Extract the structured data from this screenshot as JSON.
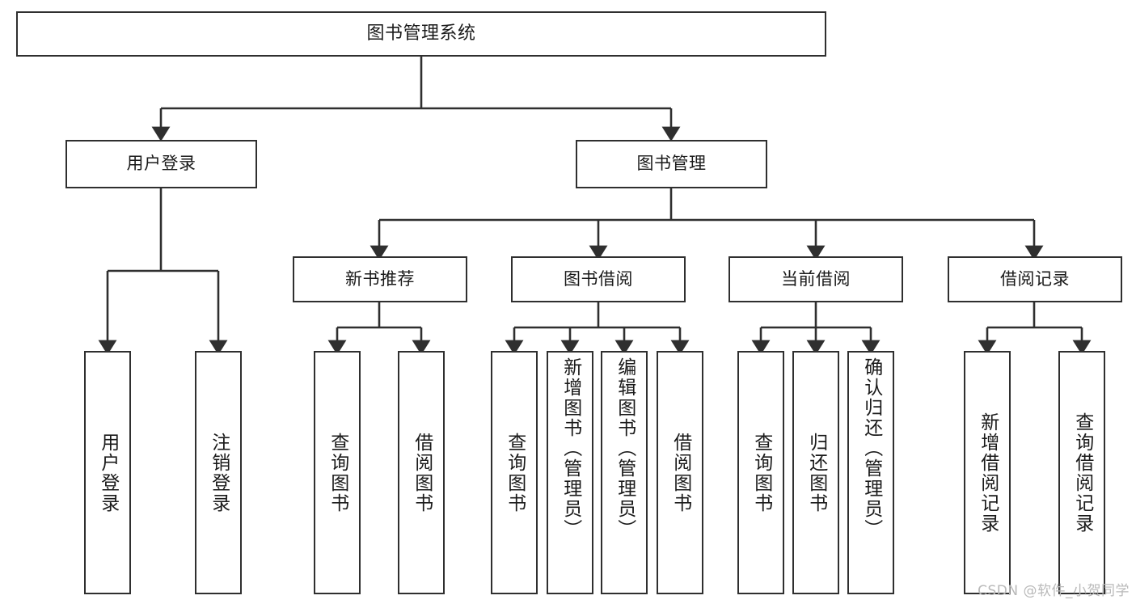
{
  "diagram": {
    "type": "tree-hierarchy",
    "title": "图书管理系统",
    "watermark": "CSDN @软件_小贺同学",
    "colors": {
      "stroke": "#2f2f2f",
      "fill": "#ffffff",
      "text": "#1a1a1a",
      "watermark": "#b9b9b9"
    },
    "levels": {
      "root": "图书管理系统",
      "level1": [
        "用户登录",
        "图书管理"
      ],
      "level2": [
        "新书推荐",
        "图书借阅",
        "当前借阅",
        "借阅记录"
      ]
    },
    "nodes": {
      "root": {
        "label": "图书管理系统"
      },
      "user_login": {
        "label": "用户登录"
      },
      "book_manage": {
        "label": "图书管理"
      },
      "new_book_rec": {
        "label": "新书推荐"
      },
      "book_borrow": {
        "label": "图书借阅"
      },
      "current_borrow": {
        "label": "当前借阅"
      },
      "borrow_record": {
        "label": "借阅记录"
      },
      "leaf_user_login": {
        "label": "用户登录"
      },
      "leaf_logout": {
        "label": "注销登录"
      },
      "leaf_query_book_1": {
        "label": "查询图书"
      },
      "leaf_borrow_book_1": {
        "label": "借阅图书"
      },
      "leaf_query_book_2": {
        "label": "查询图书"
      },
      "leaf_add_book": {
        "label": "新增图书（管理员）"
      },
      "leaf_edit_book": {
        "label": "编辑图书（管理员）"
      },
      "leaf_borrow_book_2": {
        "label": "借阅图书"
      },
      "leaf_query_book_3": {
        "label": "查询图书"
      },
      "leaf_return_book": {
        "label": "归还图书"
      },
      "leaf_confirm_return": {
        "label": "确认归还（管理员）"
      },
      "leaf_add_record": {
        "label": "新增借阅记录"
      },
      "leaf_query_record": {
        "label": "查询借阅记录"
      }
    }
  }
}
